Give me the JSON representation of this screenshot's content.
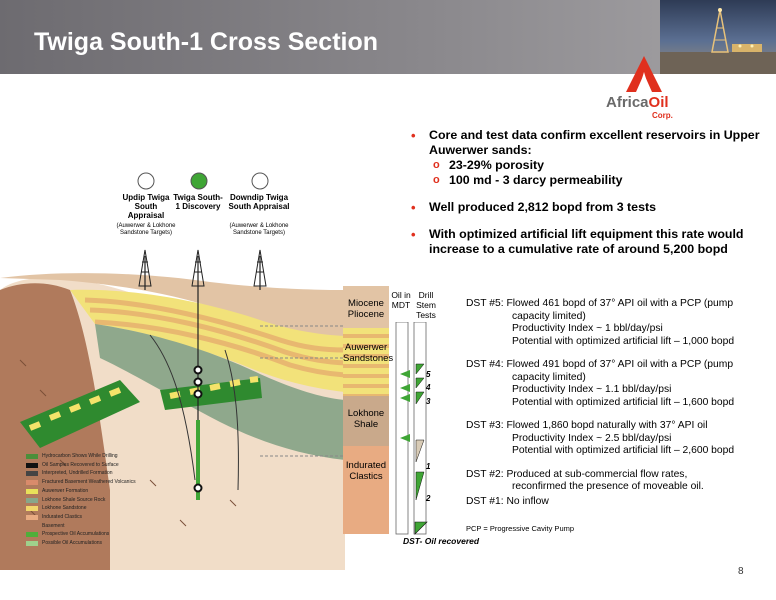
{
  "header": {
    "title": "Twiga South-1 Cross Section"
  },
  "logo": {
    "name_part1": "Africa",
    "name_part2": "Oil",
    "corp": "Corp."
  },
  "bullets": [
    {
      "text": "Core and test data confirm excellent   reservoirs in Upper Auwerwer sands:",
      "subs": [
        "23-29% porosity",
        "100 md - 3 darcy permeability"
      ]
    },
    {
      "text": "Well produced 2,812 bopd from 3 tests"
    },
    {
      "text": "With optimized artificial lift equipment this rate would increase to a cumulative rate of around 5,200 bopd"
    }
  ],
  "wells": [
    {
      "name": "Updip Twiga South Appraisal",
      "target": "(Auwerwer & Lokhone Sandstone Targets)",
      "status_color": "#ffffff"
    },
    {
      "name": "Twiga South-1 Discovery",
      "target": "",
      "status_color": "#3fa535"
    },
    {
      "name": "Downdip Twiga South Appraisal",
      "target": "(Auwerwer & Lokhone Sandstone Targets)",
      "status_color": "#ffffff"
    }
  ],
  "strat_column": [
    {
      "name": "Miocene Pliocene",
      "color": "#e2c4a5"
    },
    {
      "name": "Auwerwer Sandstones",
      "color": "#f2e27a"
    },
    {
      "name": "Lokhone Shale",
      "color": "#c9a98b"
    },
    {
      "name": "Indurated Clastics",
      "color": "#e8ab82"
    }
  ],
  "column_headers": {
    "oil_in_mdt": "Oil in MDT",
    "drill_stem_tests": "Drill Stem Tests"
  },
  "dst_numbers": [
    "5",
    "4",
    "3",
    "1",
    "2"
  ],
  "dst_tests": [
    {
      "label": "DST #5:",
      "lines": [
        "Flowed 461 bopd of 37° API oil with a PCP (pump",
        "capacity limited)",
        "Productivity Index ~ 1 bbl/day/psi",
        "Potential with optimized artificial lift – 1,000 bopd"
      ]
    },
    {
      "label": "DST #4:",
      "lines": [
        "Flowed 491 bopd of 37° API oil with a PCP (pump",
        "capacity limited)",
        "Productivity Index ~ 1.1 bbl/day/psi",
        "Potential with optimized artificial lift – 1,600 bopd"
      ]
    },
    {
      "label": "DST #3:",
      "lines": [
        "Flowed 1,860 bopd naturally with 37° API oil",
        "Productivity Index ~ 2.5 bbl/day/psi",
        "Potential with optimized artificial lift – 2,600 bopd"
      ]
    },
    {
      "label": "DST #2:",
      "lines": [
        "Produced at sub-commercial flow rates,",
        "reconfirmed the presence of moveable oil."
      ]
    },
    {
      "label": "DST #1:",
      "lines": [
        "No inflow"
      ]
    }
  ],
  "pcp_note": "PCP = Progressive Cavity Pump",
  "dst_oil_recovered": "DST- Oil recovered",
  "legend": [
    {
      "label": "Hydrocarbon Shows While Drilling",
      "color": "#4c8f3a"
    },
    {
      "label": "Oil Samples Recovered to Surface",
      "color": "#111111"
    },
    {
      "label": "Interpreted, Undrilled Formation",
      "color": "#444444"
    },
    {
      "label": "Fractured Basement Weathered Volcanics",
      "color": "#d98b6b"
    },
    {
      "label": "Auwerwer Formation",
      "color": "#e8e05a"
    },
    {
      "label": "Lokhone Shale Source Rock",
      "color": "#88a78a"
    },
    {
      "label": "Lokhone Sandstone",
      "color": "#f1d66b"
    },
    {
      "label": "Indurated Clastics",
      "color": "#e8ab82"
    },
    {
      "label": "Basement",
      "color": "#b07a5c"
    },
    {
      "label": "Prospective Oil Accumulations",
      "color": "#4fae3a"
    },
    {
      "label": "Possible Oil Accumulations",
      "color": "#9fd18c"
    }
  ],
  "page_number": "8"
}
